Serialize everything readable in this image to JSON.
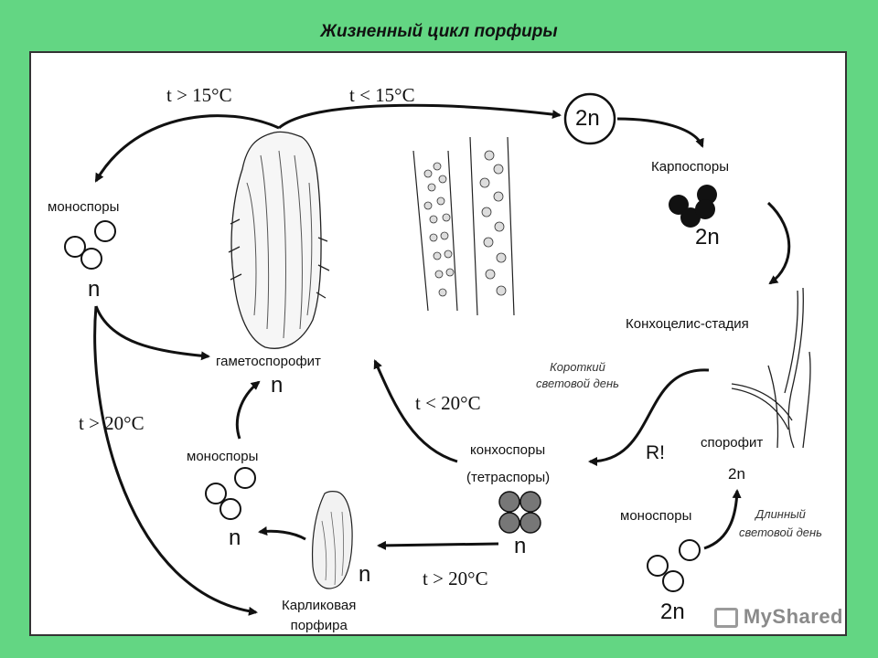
{
  "title": "Жизненный цикл порфиры",
  "labels": {
    "t_gt_15": "t > 15°C",
    "t_lt_15": "t < 15°C",
    "two_n_circle": "2n",
    "carpospores": "Карпоспоры",
    "carpospores_ploidy": "2n",
    "monospores_left": "моноспоры",
    "monospores_left_ploidy": "n",
    "conchocelis_stage": "Конхоцелис-стадия",
    "short_day": "Короткий\nсветовой день",
    "gametosporophyte": "гаметоспорофит",
    "gametosporophyte_ploidy": "n",
    "t_lt_20": "t < 20°C",
    "t_gt_20_left": "t > 20°C",
    "monospores_mid": "моноспоры",
    "monospores_mid_ploidy": "n",
    "conchospores": "конхоспоры",
    "tetraspores": "(тетраспоры)",
    "conchospores_ploidy": "n",
    "r_mark": "R!",
    "sporophyte": "спорофит",
    "sporophyte_ploidy": "2n",
    "long_day": "Длинный\nсветовой день",
    "monospores_right": "моноспоры",
    "monospores_right_ploidy": "2n",
    "dwarf_porphyra": "Карликовая\nпорфира",
    "dwarf_ploidy": "n",
    "t_gt_20_bottom": "t > 20°C"
  },
  "watermark": "MyShared",
  "colors": {
    "background": "#63d683",
    "panel": "#ffffff",
    "ink": "#111111",
    "tetraspore": "#777777"
  }
}
